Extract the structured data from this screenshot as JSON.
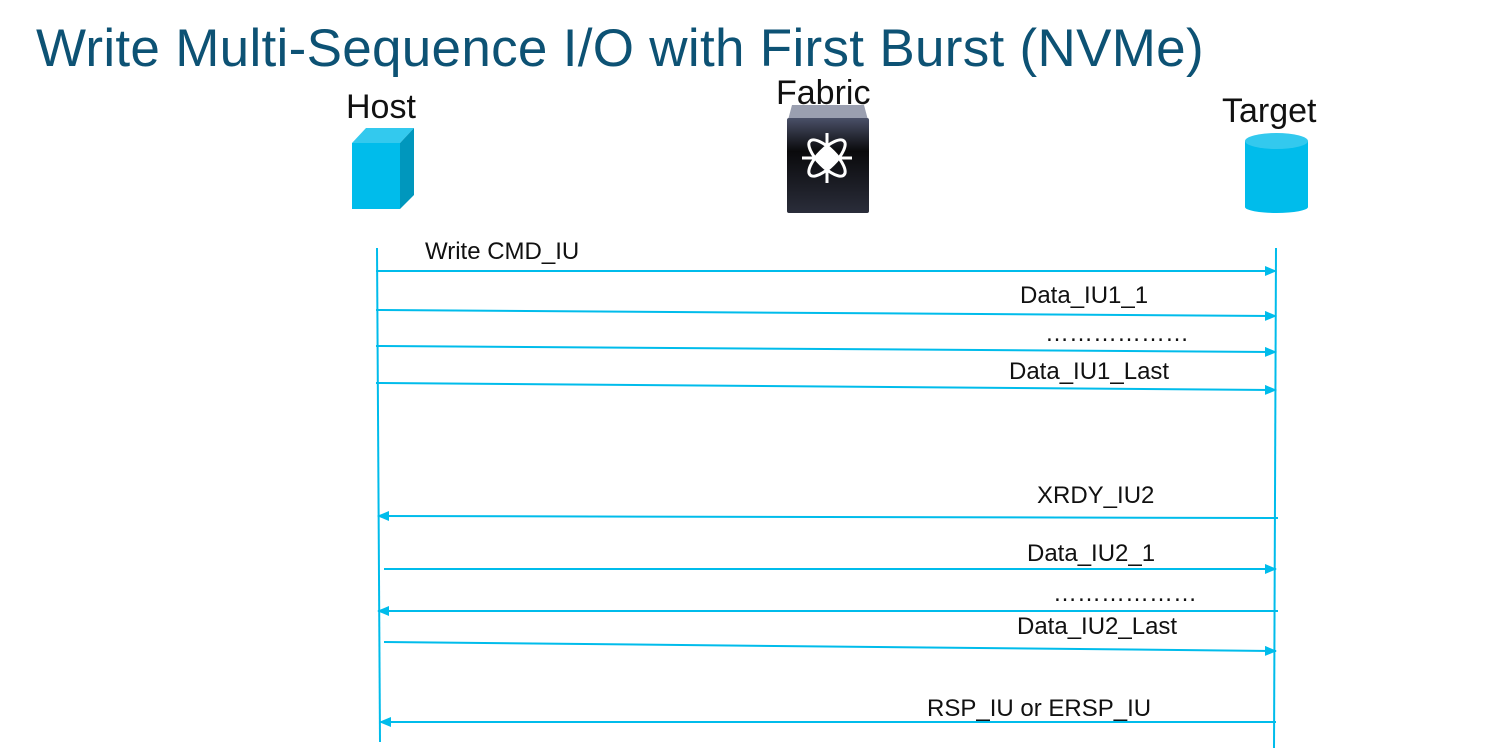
{
  "title": "Write Multi-Sequence I/O with First Burst (NVMe)",
  "entities": {
    "host": {
      "label": "Host",
      "icon": "server-cube-icon"
    },
    "fabric": {
      "label": "Fabric",
      "icon": "fabric-switch-icon"
    },
    "target": {
      "label": "Target",
      "icon": "storage-cylinder-icon"
    }
  },
  "colors": {
    "title": "#0d5274",
    "line": "#00bceb",
    "icon": "#00bceb"
  },
  "messages": [
    {
      "label": "Write CMD_IU",
      "direction": "host-to-target"
    },
    {
      "label": "Data_IU1_1",
      "direction": "host-to-target"
    },
    {
      "label": "………………",
      "direction": "host-to-target"
    },
    {
      "label": "Data_IU1_Last",
      "direction": "host-to-target"
    },
    {
      "label": "XRDY_IU2",
      "direction": "target-to-host"
    },
    {
      "label": "Data_IU2_1",
      "direction": "host-to-target"
    },
    {
      "label": "………………",
      "direction": "target-to-host"
    },
    {
      "label": "Data_IU2_Last",
      "direction": "host-to-target"
    },
    {
      "label": "RSP_IU  or ERSP_IU",
      "direction": "target-to-host"
    }
  ]
}
